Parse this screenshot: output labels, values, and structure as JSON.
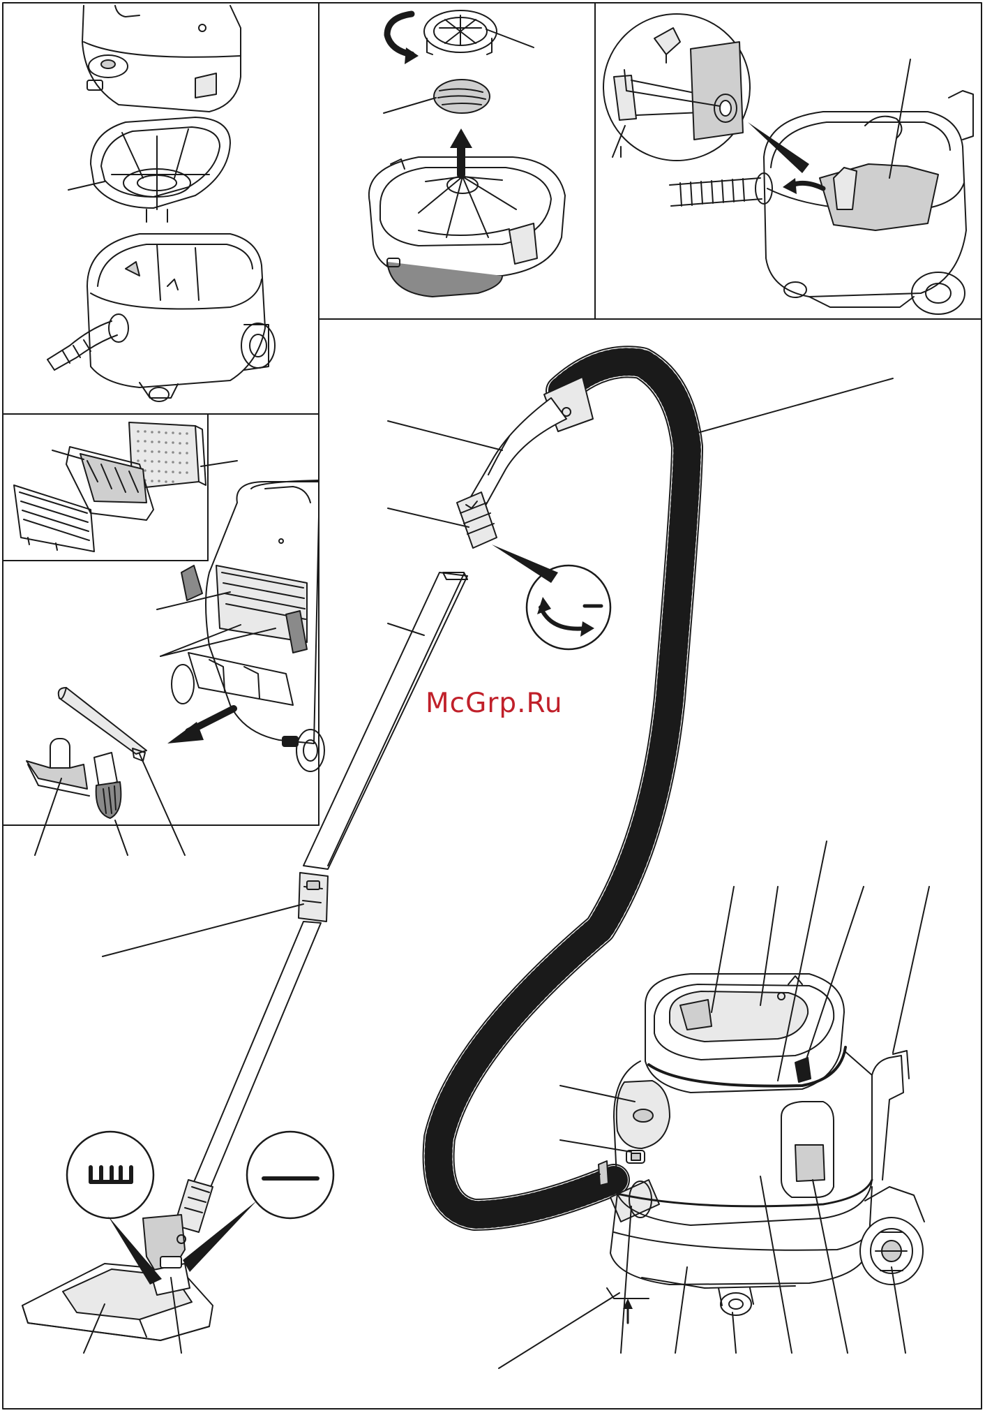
{
  "watermark": {
    "text": "McGrp.Ru",
    "color": "#c0202a"
  },
  "colors": {
    "line": "#1a1a1a",
    "shade": "#cfcfcf",
    "light": "#e9e9e9",
    "dark": "#8a8a8a"
  },
  "symbols": {
    "brush_nozzle": "brush-icon",
    "flat_nozzle": "flat-floor-icon",
    "airflow_control": "rotate-arrow-icon",
    "airflow_minus": "minus-icon"
  },
  "panels": [
    "filter-basket-removal",
    "motor-filter-removal",
    "paper-bag-install",
    "exhaust-filter-change",
    "accessory-nozzles",
    "vacuum-cleaner-overview"
  ]
}
